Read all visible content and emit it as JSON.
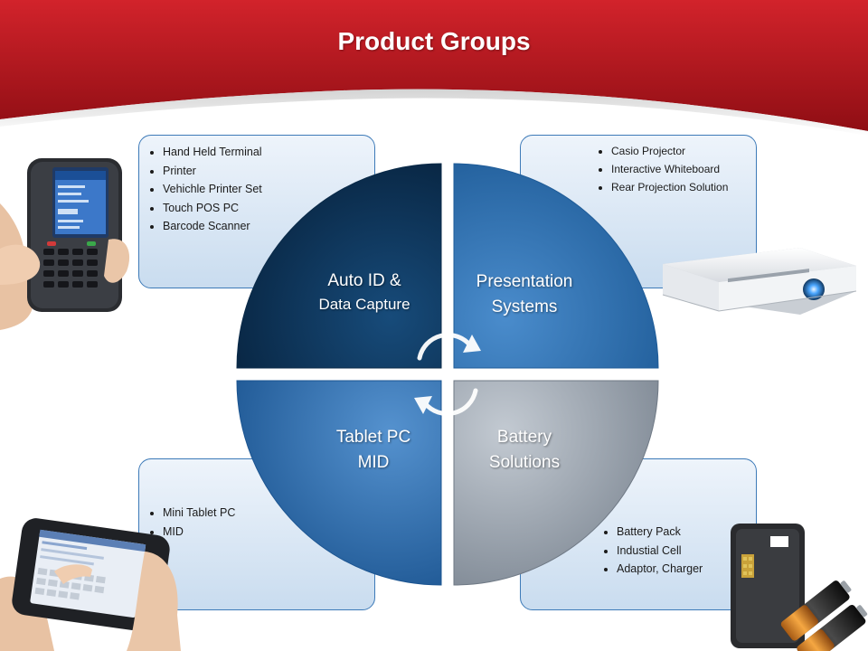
{
  "slide": {
    "title": "Product Groups",
    "colors": {
      "header_red": "#b0131a",
      "panel_border": "#3d7ab8",
      "quadrant_auto_id": "#0d3a63",
      "quadrant_presentation": "#2f6fae",
      "quadrant_tablet": "#2d67a6",
      "quadrant_battery": "#9aa4b0"
    }
  },
  "quadrants": {
    "auto_id": {
      "line1": "Auto ID &",
      "line2": "Data Capture"
    },
    "presentation": {
      "line1": "Presentation",
      "line2": "Systems"
    },
    "tablet": {
      "line1": "Tablet PC",
      "line2": "MID"
    },
    "battery": {
      "line1": "Battery",
      "line2": "Solutions"
    }
  },
  "panels": {
    "auto_id": {
      "items": [
        "Hand Held Terminal",
        "Printer",
        "Vehichle Printer Set",
        "Touch POS PC",
        "Barcode Scanner"
      ]
    },
    "presentation": {
      "items": [
        "Casio Projector",
        "Interactive Whiteboard",
        "Rear Projection Solution"
      ]
    },
    "tablet": {
      "items": [
        "Mini Tablet PC",
        "MID"
      ]
    },
    "battery": {
      "items": [
        "Battery Pack",
        "Industial Cell",
        "Adaptor, Charger"
      ]
    }
  },
  "icons": {
    "cycle": "circular-arrows-icon",
    "handheld": "handheld-terminal-icon",
    "projector": "projector-icon",
    "tablet": "tablet-device-icon",
    "battery": "battery-icon"
  }
}
